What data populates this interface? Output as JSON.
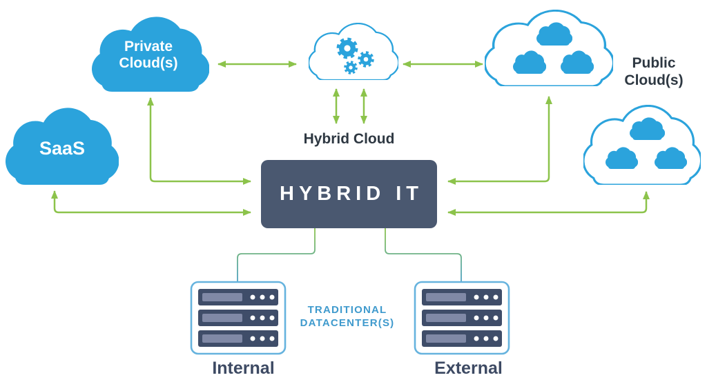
{
  "colors": {
    "cloud_blue": "#2BA3DC",
    "arrow_green": "#8CC34B",
    "hybrid_it_box_navy": "#4A5870",
    "dark_text": "#2E3842",
    "rack_label_navy": "#3D4A63",
    "rack_unit_navy": "#3F4D69",
    "rack_border_blue": "#66B3DE",
    "datacenter_text_blue": "#3F9ACD"
  },
  "nodes": {
    "private_cloud": {
      "line1": "Private",
      "line2": "Cloud(s)"
    },
    "saas": {
      "label": "SaaS"
    },
    "hybrid_cloud": {
      "label": "Hybrid Cloud"
    },
    "public_clouds": {
      "line1": "Public",
      "line2": "Cloud(s)"
    },
    "hybrid_it": {
      "label": "HYBRID IT"
    },
    "datacenter": {
      "line1": "TRADITIONAL",
      "line2": "DATACENTER(S)"
    },
    "internal": {
      "label": "Internal"
    },
    "external": {
      "label": "External"
    }
  },
  "icons": {
    "solid_cloud": "cloud-icon",
    "gear_cloud": "cloud-gears-icon",
    "multi_cloud": "multi-cloud-icon",
    "server_rack": "server-rack-icon",
    "double_arrow": "double-arrow-icon"
  }
}
